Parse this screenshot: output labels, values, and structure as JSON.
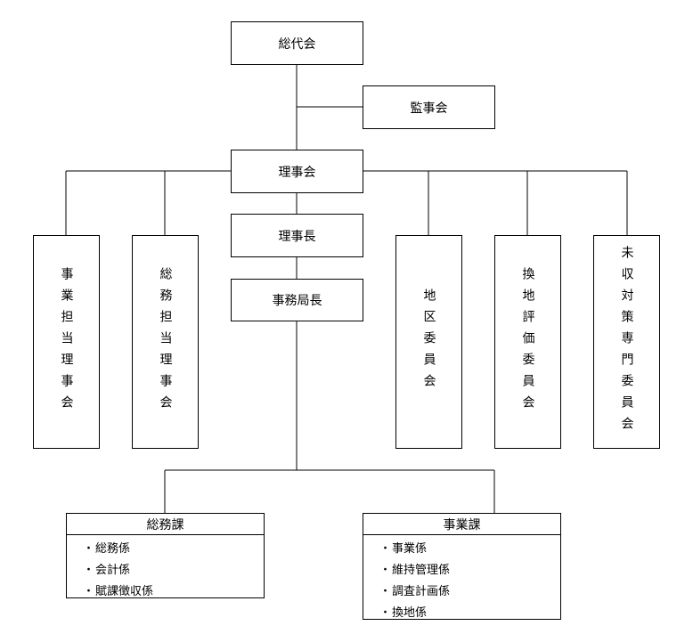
{
  "org_chart": {
    "general_assembly": "総代会",
    "auditors": "監事会",
    "board": "理事会",
    "chairman": "理事長",
    "secretary_general": "事務局長",
    "left_committees": [
      "事業担当理事会",
      "総務担当理事会"
    ],
    "right_committees": [
      "地区委員会",
      "換地評価委員会",
      "未収対策専門委員会"
    ],
    "departments": [
      {
        "name": "総務課",
        "sections": [
          "総務係",
          "会計係",
          "賦課徴収係"
        ]
      },
      {
        "name": "事業課",
        "sections": [
          "事業係",
          "維持管理係",
          "調査計画係",
          "換地係"
        ]
      }
    ],
    "bullet": "・"
  }
}
